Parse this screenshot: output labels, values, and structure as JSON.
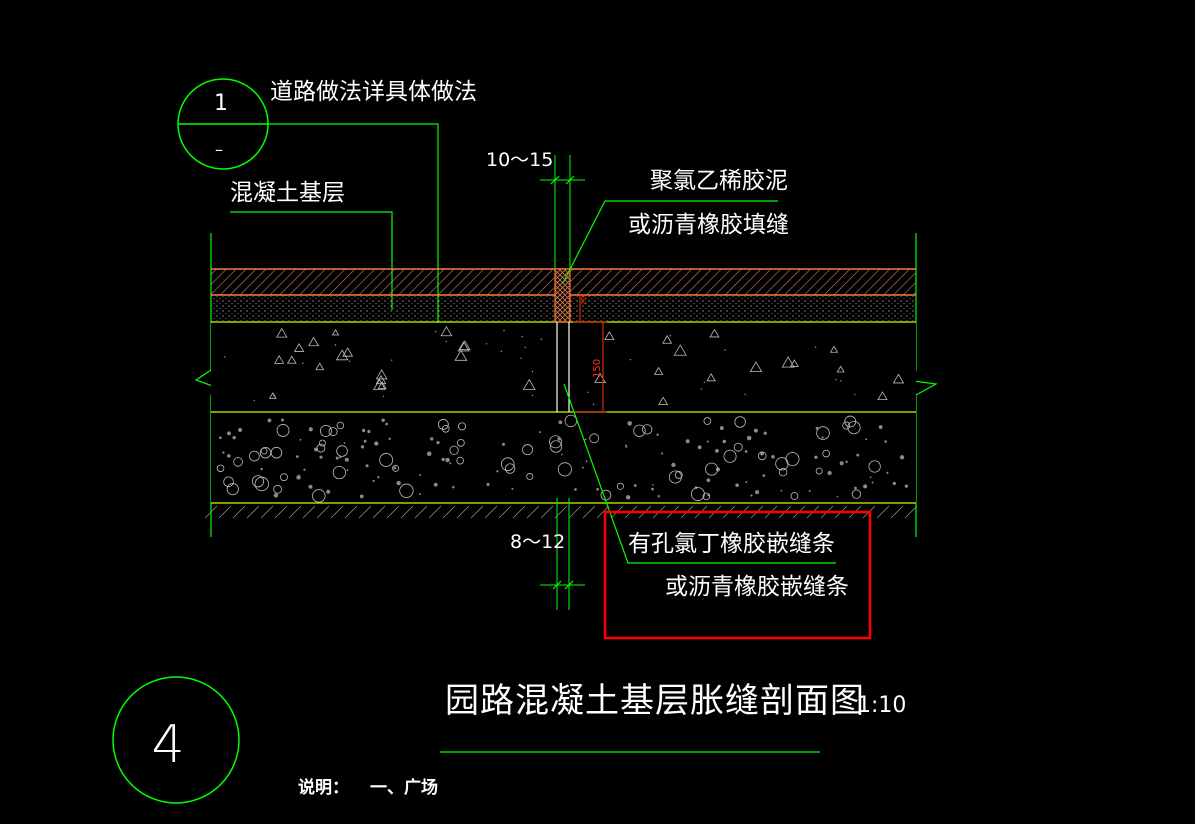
{
  "drawing": {
    "ref_bubble": {
      "top": "1",
      "bottom": "–"
    },
    "label_road_method": "道路做法详具体做法",
    "label_concrete_base": "混凝土基层",
    "dim_top": "10～15",
    "label_filler_line1": "聚氯乙稀胶泥",
    "label_filler_line2": "或沥青橡胶填缝",
    "dim_depth": "150",
    "dim_depth_small": "20",
    "dim_bottom": "8～12",
    "label_strip_line1": "有孔氯丁橡胶嵌缝条",
    "label_strip_line2": "或沥青橡胶嵌缝条",
    "title": "园路混凝土基层胀缝剖面图",
    "scale": "1:10",
    "detail_number": "4",
    "note_label": "说明：",
    "note_item": "一、广场"
  },
  "colors": {
    "background": "#000000",
    "line_green": "#00ff00",
    "line_yellow_green": "#c8ff00",
    "hatch_orange": "#ff7a3a",
    "dim_red": "#ff3300",
    "highlight_red": "#ff0000",
    "text_white": "#ffffff"
  }
}
